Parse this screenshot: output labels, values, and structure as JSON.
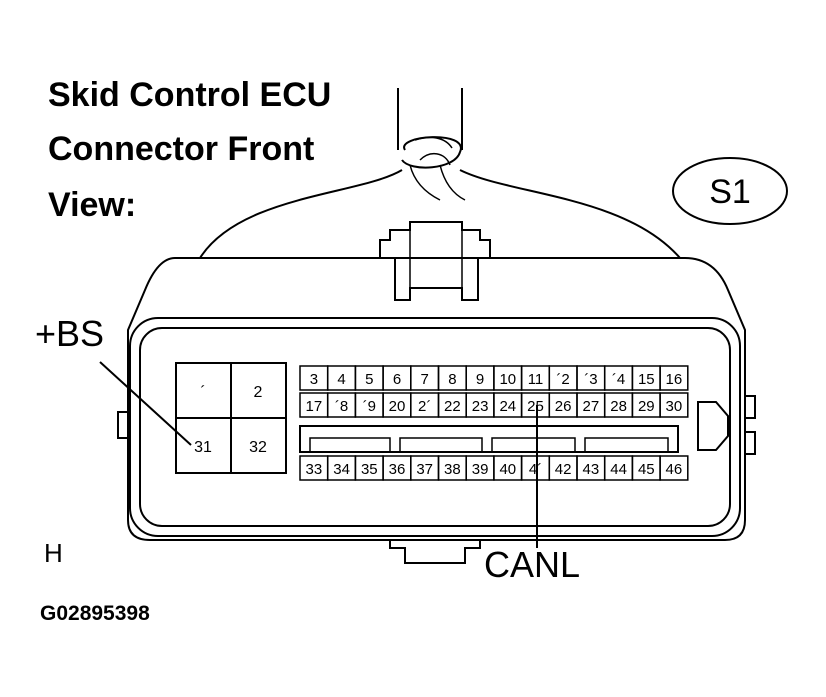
{
  "title": {
    "line1": "Skid Control ECU",
    "line2": "Connector Front",
    "line3": "View:"
  },
  "connector_code": "S1",
  "view_letter": "H",
  "figure_code": "G02895398",
  "callouts": {
    "bs": "+BS",
    "canl": "CANL"
  },
  "large_pins": [
    "´",
    "2",
    "31",
    "32"
  ],
  "pin_rows": {
    "top": [
      "3",
      "4",
      "5",
      "6",
      "7",
      "8",
      "9",
      "10",
      "11",
      "´2",
      "´3",
      "´4",
      "15",
      "16"
    ],
    "middle": [
      "17",
      "´8",
      "´9",
      "20",
      "2´",
      "22",
      "23",
      "24",
      "25",
      "26",
      "27",
      "28",
      "29",
      "30"
    ],
    "bottom": [
      "33",
      "34",
      "35",
      "36",
      "37",
      "38",
      "39",
      "40",
      "4´",
      "42",
      "43",
      "44",
      "45",
      "46"
    ]
  }
}
